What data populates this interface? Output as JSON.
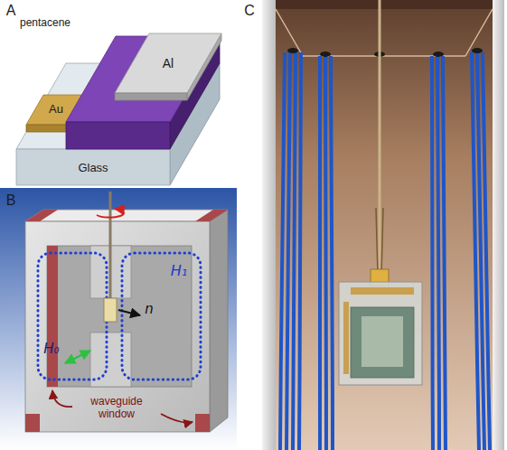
{
  "diagram": {
    "labels": [
      "A",
      "pentacene",
      "Al",
      "Au",
      "Glass",
      "B",
      "H₁",
      "n",
      "H₀",
      "waveguide window",
      "C"
    ]
  }
}
